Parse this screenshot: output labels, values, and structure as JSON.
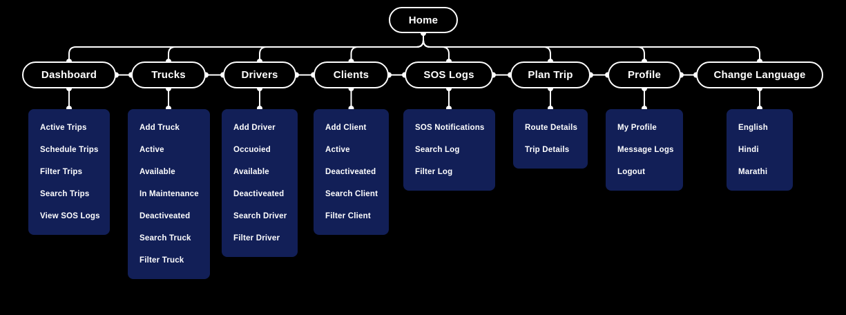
{
  "diagram": {
    "root": {
      "label": "Home"
    },
    "sections": [
      {
        "label": "Dashboard",
        "items": [
          "Active Trips",
          "Schedule Trips",
          "Filter Trips",
          "Search Trips",
          "View SOS Logs"
        ]
      },
      {
        "label": "Trucks",
        "items": [
          "Add Truck",
          "Active",
          "Available",
          "In Maintenance",
          "Deactiveated",
          "Search Truck",
          "Filter Truck"
        ]
      },
      {
        "label": "Drivers",
        "items": [
          "Add Driver",
          "Occuoied",
          "Available",
          "Deactiveated",
          "Search Driver",
          "Filter Driver"
        ]
      },
      {
        "label": "Clients",
        "items": [
          "Add Client",
          "Active",
          "Deactiveated",
          "Search Client",
          "Filter Client"
        ]
      },
      {
        "label": "SOS Logs",
        "items": [
          "SOS Notifications",
          "Search Log",
          "Filter Log"
        ]
      },
      {
        "label": "Plan Trip",
        "items": [
          "Route Details",
          "Trip Details"
        ]
      },
      {
        "label": "Profile",
        "items": [
          "My Profile",
          "Message Logs",
          "Logout"
        ]
      },
      {
        "label": "Change Language",
        "items": [
          "English",
          "Hindi",
          "Marathi"
        ]
      }
    ],
    "colors": {
      "background": "#000000",
      "edge": "#ffffff",
      "node_border": "#ffffff",
      "node_text": "#ffffff",
      "panel_fill": "#121f57",
      "panel_text": "#ffffff"
    }
  }
}
